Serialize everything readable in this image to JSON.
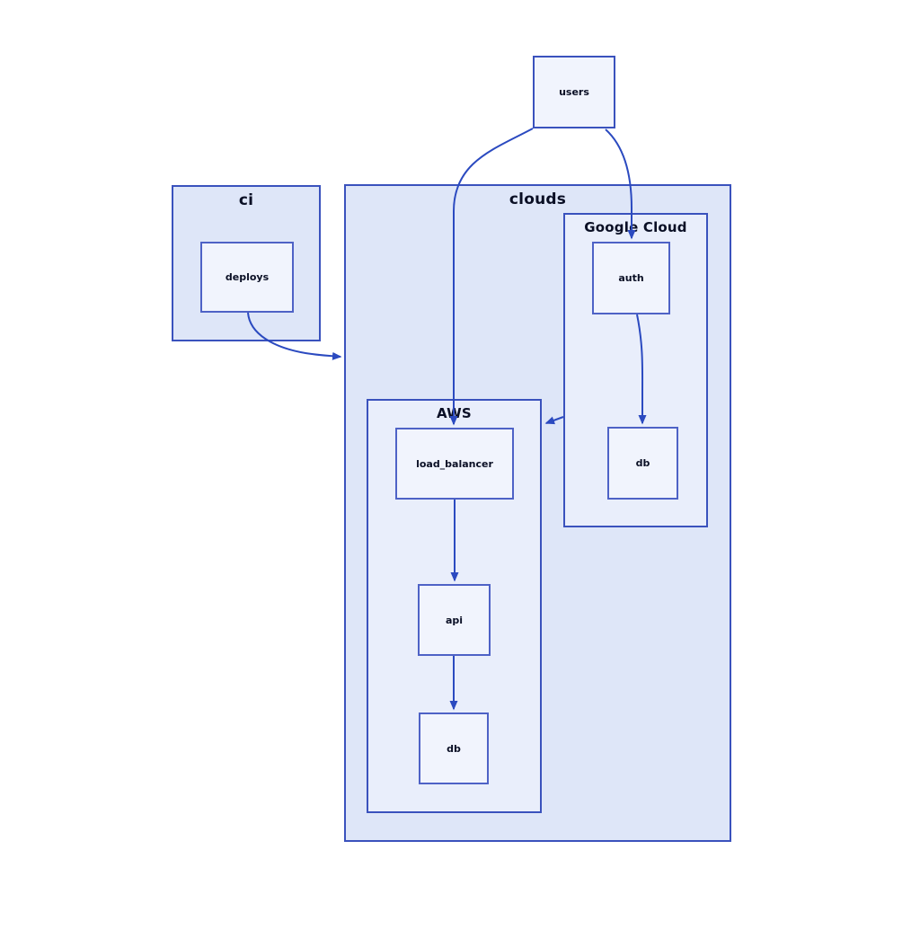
{
  "diagram": {
    "nodes": {
      "users": {
        "label": "users"
      },
      "ci": {
        "label": "ci",
        "children": {
          "deploys": {
            "label": "deploys"
          }
        }
      },
      "clouds": {
        "label": "clouds",
        "children": {
          "google_cloud": {
            "label": "Google Cloud",
            "children": {
              "auth": {
                "label": "auth"
              },
              "db": {
                "label": "db"
              }
            }
          },
          "aws": {
            "label": "AWS",
            "children": {
              "load_balancer": {
                "label": "load_balancer"
              },
              "api": {
                "label": "api"
              },
              "db": {
                "label": "db"
              }
            }
          }
        }
      }
    },
    "edges": [
      {
        "from": "users",
        "to": "clouds.aws.load_balancer"
      },
      {
        "from": "users",
        "to": "clouds.google_cloud.auth"
      },
      {
        "from": "clouds.google_cloud.auth",
        "to": "clouds.google_cloud.db"
      },
      {
        "from": "clouds.google_cloud",
        "to": "clouds.aws"
      },
      {
        "from": "ci.deploys",
        "to": "clouds"
      },
      {
        "from": "clouds.aws.load_balancer",
        "to": "clouds.aws.api"
      },
      {
        "from": "clouds.aws.api",
        "to": "clouds.aws.db"
      }
    ],
    "colors": {
      "canvas_background": "#ffffff",
      "container_fill": "#dee6f8",
      "inner_container_fill": "#e9eefb",
      "node_fill": "#f1f4fd",
      "container_border": "#3a52bd",
      "node_border": "#4e62c6",
      "edge_color": "#2b4ac0",
      "label_color": "#0a0f25"
    }
  }
}
